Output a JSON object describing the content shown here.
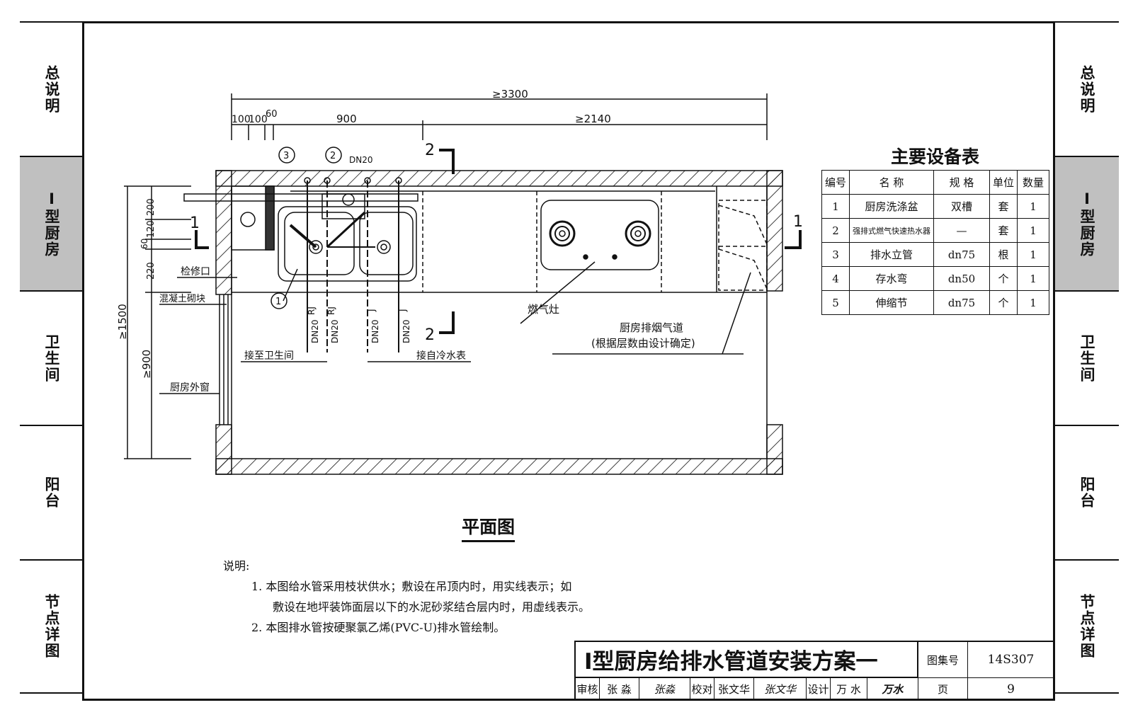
{
  "left_tabs": [
    {
      "label": "总说明",
      "active": false
    },
    {
      "label": "I型厨房",
      "active": true
    },
    {
      "label": "卫生间",
      "active": false
    },
    {
      "label": "阳台",
      "active": false
    },
    {
      "label": "节点详图",
      "active": false
    }
  ],
  "right_tabs": [
    {
      "label": "总说明",
      "active": false
    },
    {
      "label": "I型厨房",
      "active": true
    },
    {
      "label": "卫生间",
      "active": false
    },
    {
      "label": "阳台",
      "active": false
    },
    {
      "label": "节点详图",
      "active": false
    }
  ],
  "plan": {
    "title": "平面图",
    "dimensions": {
      "total_width": "≥3300",
      "seg_100a": "100",
      "seg_100b": "100",
      "seg_60": "60",
      "seg_900": "900",
      "seg_2140": "≥2140",
      "v_200": "200",
      "v_120": "120",
      "v_60": "60",
      "v_220": "220",
      "v_1500": "≥1500",
      "v_900": "≥900"
    },
    "section_marks": {
      "s1": "1",
      "s2": "2"
    },
    "callouts": {
      "c1": "1",
      "c2": "2",
      "c3": "3"
    },
    "pipe_labels": {
      "dn20_top": "DN20",
      "rj": "RJ",
      "j": "J",
      "dn20": "DN20"
    },
    "labels": {
      "access_port": "检修口",
      "concrete_block": "混凝土砌块",
      "kitchen_window": "厨房外窗",
      "to_bathroom": "接至卫生间",
      "from_cold_meter": "接自冷水表",
      "gas_stove": "燃气灶",
      "flue_line1": "厨房排烟气道",
      "flue_line2": "(根据层数由设计确定)"
    }
  },
  "equipment_table": {
    "title": "主要设备表",
    "headers": [
      "编号",
      "名 称",
      "规 格",
      "单位",
      "数量"
    ],
    "rows": [
      [
        "1",
        "厨房洗涤盆",
        "双槽",
        "套",
        "1"
      ],
      [
        "2",
        "强排式燃气快速热水器",
        "—",
        "套",
        "1"
      ],
      [
        "3",
        "排水立管",
        "dn75",
        "根",
        "1"
      ],
      [
        "4",
        "存水弯",
        "dn50",
        "个",
        "1"
      ],
      [
        "5",
        "伸缩节",
        "dn75",
        "个",
        "1"
      ]
    ]
  },
  "notes": {
    "heading": "说明:",
    "n1_line1": "1. 本图给水管采用枝状供水；敷设在吊顶内时，用实线表示；如",
    "n1_line2": "敷设在地坪装饰面层以下的水泥砂浆结合层内时，用虚线表示。",
    "n2": "2. 本图排水管按硬聚氯乙烯(PVC-U)排水管绘制。"
  },
  "title_block": {
    "title": "I型厨房给排水管道安装方案一",
    "atlas_label": "图集号",
    "atlas_no": "14S307",
    "review_label": "审核",
    "reviewer": "张 淼",
    "reviewer_sign": "张淼",
    "check_label": "校对",
    "checker": "张文华",
    "checker_sign": "张文华",
    "design_label": "设计",
    "designer": "万 水",
    "designer_sign": "万水",
    "page_label": "页",
    "page_no": "9"
  }
}
